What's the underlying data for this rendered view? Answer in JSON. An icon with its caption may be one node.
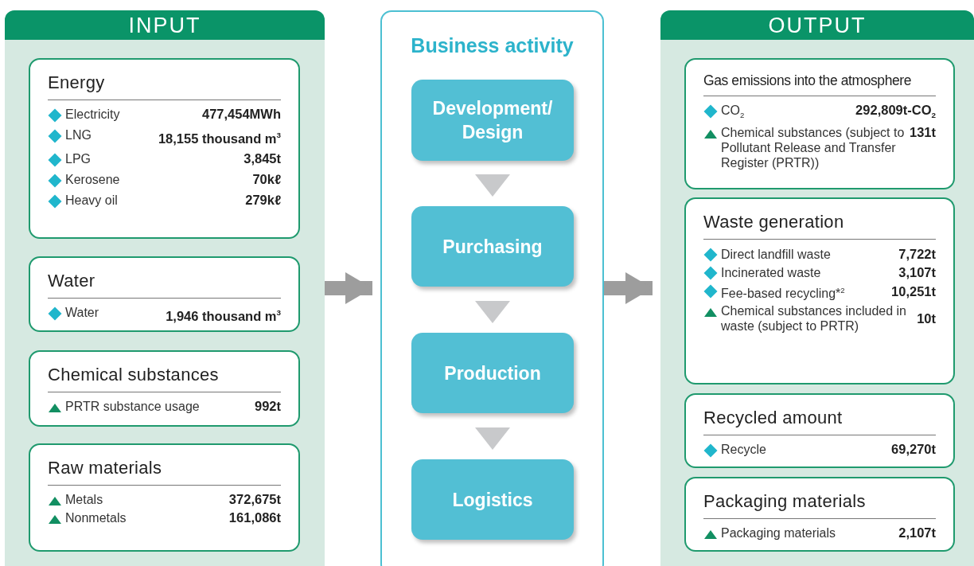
{
  "diagram": {
    "nodes": [
      {
        "text": [
          "INPUT"
        ]
      },
      {
        "text": [
          "Energy",
          "Electricity",
          "477,454MWh",
          "LNG",
          "18,155 thousand m$^{3}$",
          "LPG",
          "3,845t",
          "Kerosene",
          "70kℓ",
          "Heavy oil",
          "279kℓ"
        ],
        "in": 0
      },
      {
        "text": [
          "Water",
          "Water",
          "1,946 thousand m$^{3}$"
        ],
        "in": 0
      },
      {
        "text": [
          "Chemical substances",
          "PRTR substance usage",
          "992t"
        ],
        "in": 0
      },
      {
        "text": [
          "Raw materials",
          "Metals",
          "372,675t",
          "Nonmetals",
          "161,086t"
        ],
        "in": 0
      },
      {
        "text": [
          "Business activity"
        ]
      },
      {
        "text": [
          "Development/ Design"
        ],
        "in": 5
      },
      {
        "text": [
          "Purchasing"
        ],
        "in": 5
      },
      {
        "text": [
          "Production"
        ],
        "in": 5
      },
      {
        "text": [
          "Logistics"
        ],
        "in": 5
      },
      {
        "text": [
          "OUTPUT"
        ]
      },
      {
        "text": [
          "Gas emissions into the atmosphere",
          "CO$_{2}$",
          "292,809t-CO$_{2}$",
          "Chemical substances (subject to Pollutant Release and Transfer Register (PRTR))",
          "131t"
        ],
        "in": 10
      },
      {
        "text": [
          "Waste generation",
          "Direct landfill waste",
          "7,722t",
          "Incinerated waste",
          "3,107t",
          "Fee-based recycling*$^{2}$",
          "10,251t",
          "Chemical substances included in waste (subject to PRTR)",
          "10t"
        ],
        "in": 10
      },
      {
        "text": [
          "Recycled amount",
          "Recycle",
          "69,270t"
        ],
        "in": 10
      },
      {
        "text": [
          "Packaging materials",
          "Packaging materials",
          "2,107t"
        ],
        "in": 10
      }
    ],
    "edges": [
      {
        "from": 0,
        "to": 5,
        "arrow": "to",
        "style": "thick",
        "color": "#9d9d9d"
      },
      {
        "from": 6,
        "to": 7,
        "arrow": "to"
      },
      {
        "from": 7,
        "to": 8,
        "arrow": "to"
      },
      {
        "from": 8,
        "to": 9,
        "arrow": "to"
      },
      {
        "from": 5,
        "to": 10,
        "arrow": "to",
        "style": "thick",
        "color": "#9d9d9d"
      }
    ]
  }
}
